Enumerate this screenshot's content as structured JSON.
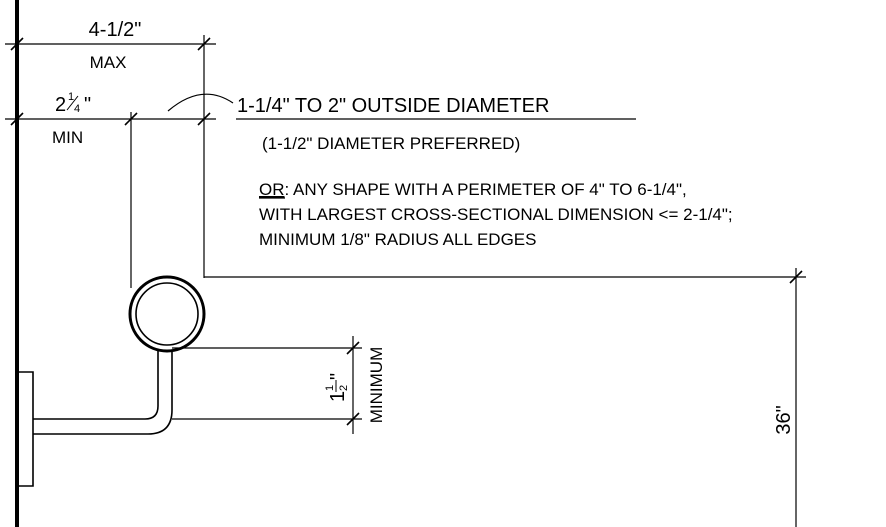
{
  "dimensions": {
    "top_label": "4-1/2\"",
    "top_sub": "MAX",
    "min_main": "2",
    "min_frac_num": "1",
    "min_frac_den": "4",
    "min_inch": "\"",
    "min_sub": "MIN",
    "clearance_whole": "1",
    "clearance_num": "1",
    "clearance_den": "2",
    "clearance_inch": "\"",
    "clearance_sub": "MINIMUM",
    "height_label": "36\""
  },
  "notes": {
    "diameter": "1-1/4\" TO 2\" OUTSIDE DIAMETER",
    "preferred": "(1-1/2\" DIAMETER PREFERRED)",
    "or_prefix": "OR",
    "or_line1": ": ANY SHAPE WITH A PERIMETER OF 4\" TO 6-1/4\",",
    "or_line2": "WITH LARGEST CROSS-SECTIONAL DIMENSION <= 2-1/4\";",
    "or_line3": "MINIMUM 1/8\" RADIUS ALL EDGES"
  }
}
